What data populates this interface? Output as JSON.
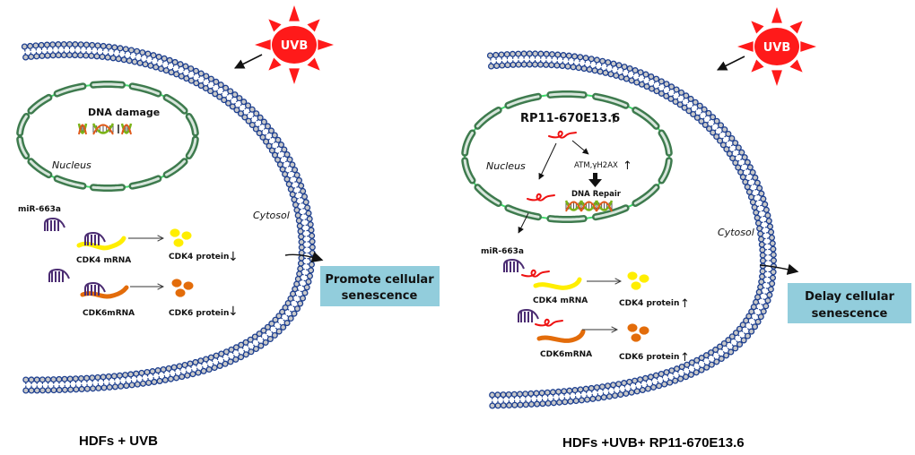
{
  "colors": {
    "sun": "#ff1a1a",
    "membrane_stroke": "#1d3f8f",
    "membrane_head_fill": "#c8c8c8",
    "nucleus_segment": "#3e7b4e",
    "nucleus_segment_light": "#d8e6dc",
    "nucleus_line": "#3ddc6a",
    "mirna": "#4b2c72",
    "lncrna": "#ee1111",
    "cdk4": "#ffee00",
    "cdk6": "#e36c0a",
    "outcome_box": "#92cddc"
  },
  "panels": [
    {
      "id": "left",
      "caption": "HDFs + UVB",
      "sun_label": "UVB",
      "nucleus_label": "Nucleus",
      "nucleus_event": "DNA damage",
      "cytosol_label": "Cytosol",
      "mirna_label": "miR-663a",
      "rows": [
        {
          "mrna_label": "CDK4 mRNA",
          "protein_label": "CDK4 protein",
          "change": "↓"
        },
        {
          "mrna_label": "CDK6mRNA",
          "protein_label": "CDK6 protein",
          "change": "↓"
        }
      ],
      "outcome": [
        "Promote cellular",
        "senescence"
      ]
    },
    {
      "id": "right",
      "caption": "HDFs +UVB+ RP11-670E13.6",
      "sun_label": "UVB",
      "nucleus_label": "Nucleus",
      "lncrna_label": "RP11-670E13.6",
      "lncrna_change": "↑",
      "markers_label": "ATM,γH2AX",
      "markers_change": "↑",
      "repair_label": "DNA Repair",
      "cytosol_label": "Cytosol",
      "mirna_label": "miR-663a",
      "rows": [
        {
          "mrna_label": "CDK4 mRNA",
          "protein_label": "CDK4 protein",
          "change": "↑"
        },
        {
          "mrna_label": "CDK6mRNA",
          "protein_label": "CDK6 protein",
          "change": "↑"
        }
      ],
      "outcome": [
        "Delay cellular",
        "senescence"
      ]
    }
  ]
}
